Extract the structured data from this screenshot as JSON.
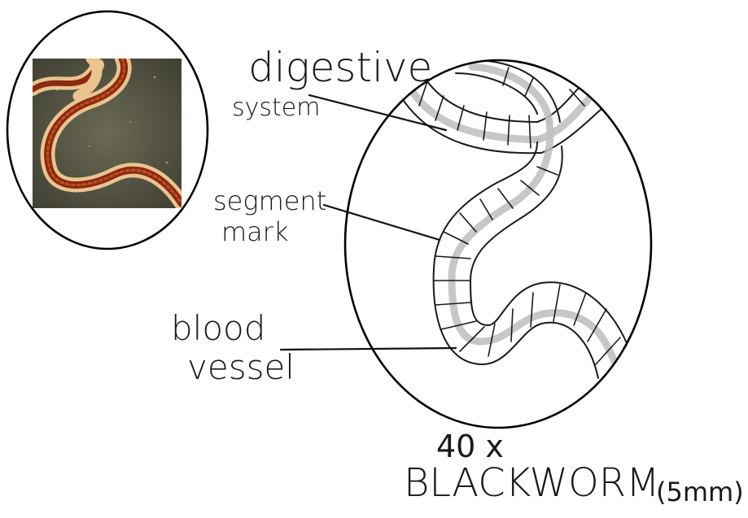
{
  "labels": {
    "digestive_line1": "digestive",
    "digestive_line2": "system",
    "segment_line1": "segment",
    "segment_line2": "mark",
    "blood_line1": "blood",
    "blood_line2": "vessel"
  },
  "caption": {
    "magnification": "40 x",
    "title": "BLACKWORM",
    "size": "(5mm)"
  },
  "colors": {
    "ink": "#1a1a1a",
    "vessel_gray": "#bdbdbd",
    "photo_background": "#5a5a48",
    "worm_red": "#8a2a12",
    "worm_tan": "#e8c08a"
  }
}
